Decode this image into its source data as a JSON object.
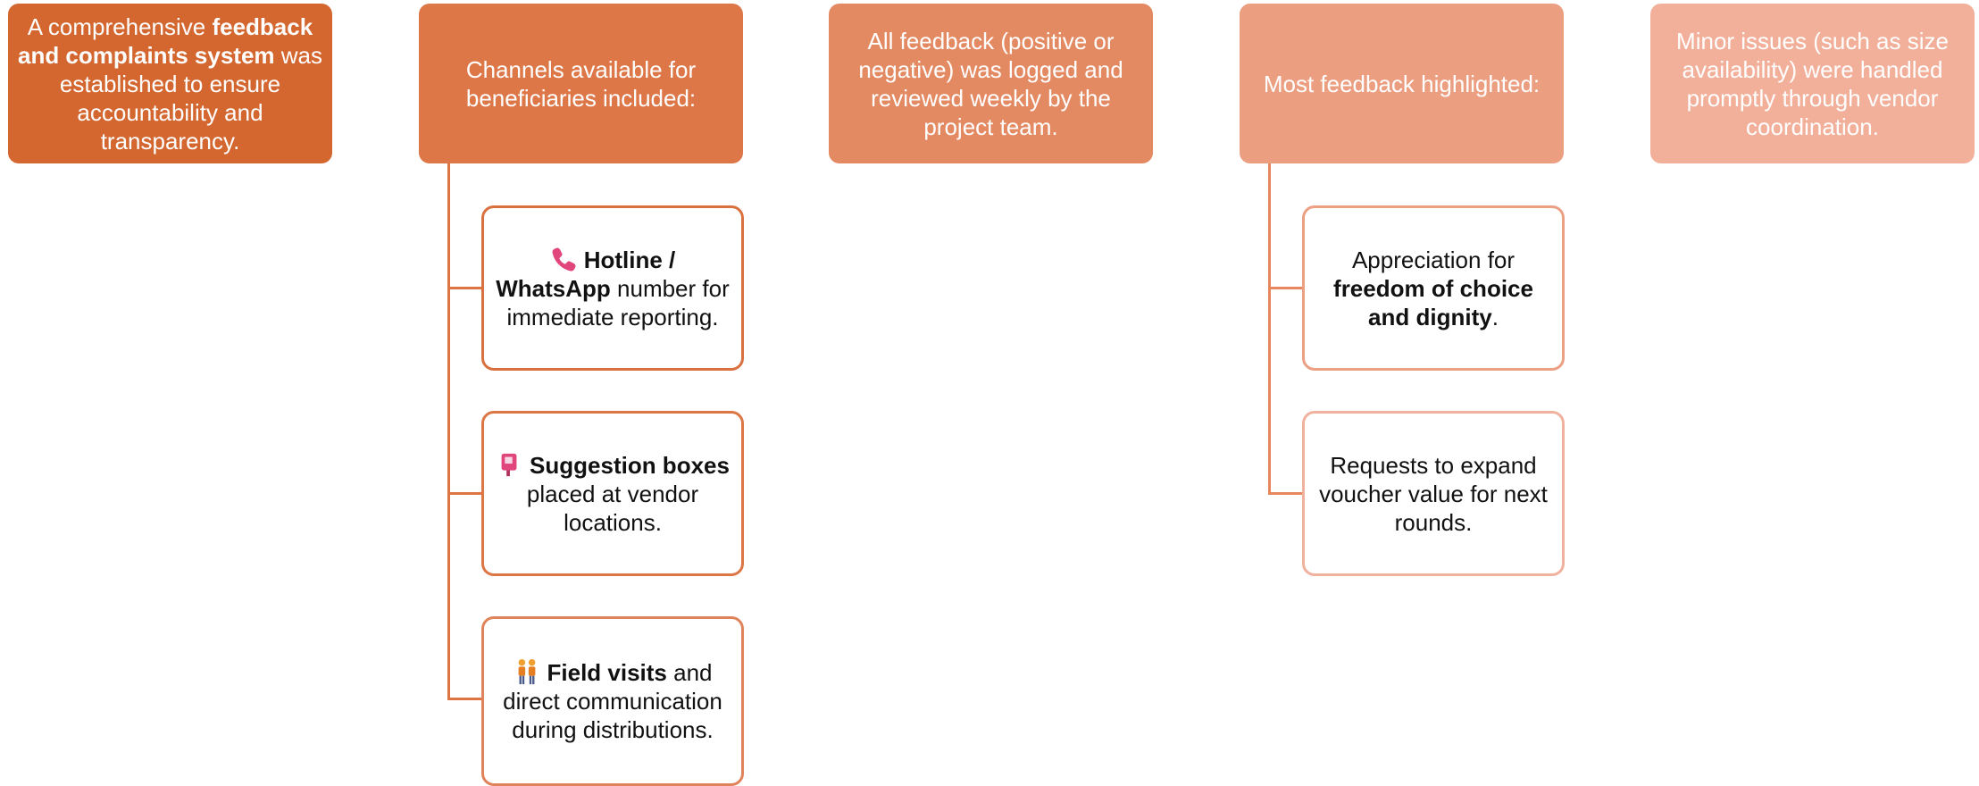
{
  "colors": {
    "col1": "#d3672f",
    "col2": "#dd7748",
    "col3": "#e38a63",
    "col4": "#eb9e80",
    "col5": "#f2b09b"
  },
  "columns": [
    {
      "header": {
        "pre": "A comprehensive ",
        "bold": "feedback and complaints system",
        "post": " was established to ensure accountability and transparency."
      }
    },
    {
      "header": {
        "text": "Channels available for beneficiaries included:"
      },
      "children": [
        {
          "icon": "telephone-icon",
          "bold": "Hotline / WhatsApp",
          "post": " number for immediate reporting."
        },
        {
          "icon": "mailbox-icon",
          "bold": "Suggestion boxes",
          "post": " placed at vendor locations."
        },
        {
          "icon": "people-walking-icon",
          "bold": "Field visits",
          "post": " and direct communication during distributions."
        }
      ]
    },
    {
      "header": {
        "text": "All feedback (positive or negative) was logged and reviewed weekly by the project team."
      }
    },
    {
      "header": {
        "text": "Most feedback highlighted:"
      },
      "children": [
        {
          "pre": "Appreciation for ",
          "bold": "freedom of choice and dignity",
          "post": "."
        },
        {
          "text": "Requests to expand voucher value for next rounds."
        }
      ]
    },
    {
      "header": {
        "text": "Minor issues (such as size availability) were handled promptly through vendor coordination."
      }
    }
  ]
}
